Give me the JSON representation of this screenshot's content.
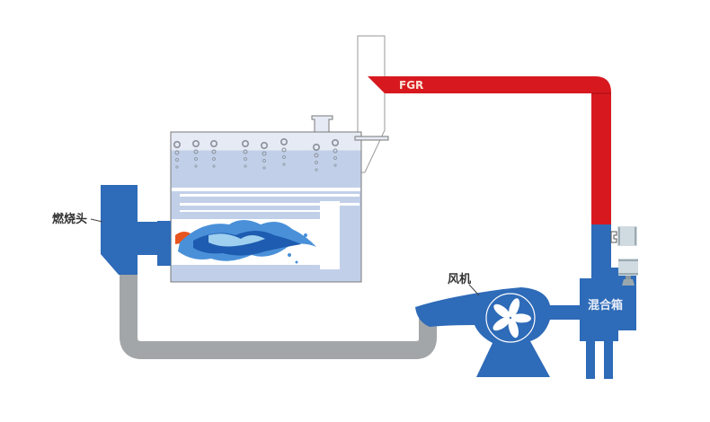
{
  "diagram": {
    "type": "FGR boiler flue gas recirculation schematic",
    "labels": {
      "burner": "燃烧头",
      "fan": "风机",
      "mixing_box": "混合箱",
      "fgr": "FGR"
    },
    "colors": {
      "equipment_blue": "#2e6bb8",
      "fgr_red": "#d7191f",
      "air_duct_gray": "#a2a6a8",
      "boiler_shell": "#c1d0e8",
      "boiler_top": "#e6eaf4",
      "valve_gray": "#cfdbe0",
      "flame_orange": "#e8541e",
      "outline": "#777777"
    }
  }
}
